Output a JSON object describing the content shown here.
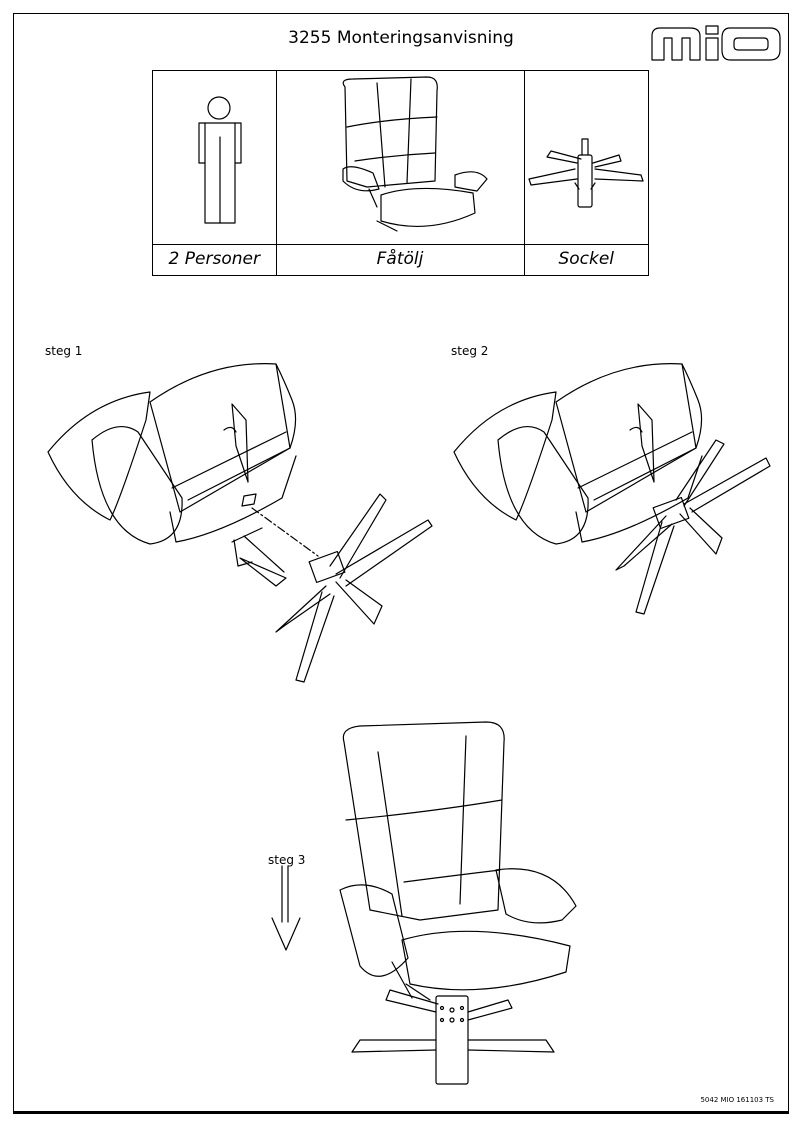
{
  "title": "3255 Monteringsanvisning",
  "logo_text": "mio",
  "parts": [
    {
      "label": "2 Personer",
      "icon": "person-icon"
    },
    {
      "label": "Fåtölj",
      "icon": "armchair-icon"
    },
    {
      "label": "Sockel",
      "icon": "swivel-base-icon"
    }
  ],
  "steps": [
    {
      "label": "steg 1"
    },
    {
      "label": "steg 2"
    },
    {
      "label": "steg 3"
    }
  ],
  "doc_code": "5042 MIO 161103 TS"
}
